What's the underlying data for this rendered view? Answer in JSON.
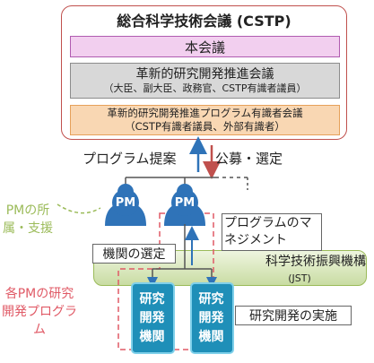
{
  "council": {
    "title": "総合科学技術会議 (CSTP)",
    "honkaigi": "本会議",
    "kaigi_title": "革新的研究開発推進会議",
    "kaigi_members": "（大臣、副大臣、政務官、CSTP有識者議員）",
    "yushiki_title": "革新的研究開発推進プログラム有識者会議",
    "yushiki_members": "（CSTP有識者議員、外部有識者）"
  },
  "flows": {
    "program_proposal": "プログラム提案",
    "recruit_select": "公募・選定"
  },
  "pm": {
    "icon_label_1": "PM",
    "icon_label_2": "PM",
    "affiliation_support": "PMの所属・支援"
  },
  "jst": {
    "name": "科学技術振興機構",
    "abbr": "(JST)"
  },
  "labels": {
    "institution_selection": "機関の選定",
    "program_management": "プログラムのマネジメント",
    "rd_implementation": "研究開発の実施",
    "pm_rd_program": "各PMの研究開発プログラム"
  },
  "institutions": [
    {
      "label": "研究開発機関"
    },
    {
      "label": "研究開発機関"
    }
  ],
  "colors": {
    "council_border": "#c0504d",
    "pm_icon": "#2f73b8",
    "institution": "#1f8fb8",
    "jst_band": "#c9dca3",
    "support_text": "#9bbb59",
    "program_text": "#e05a66"
  }
}
